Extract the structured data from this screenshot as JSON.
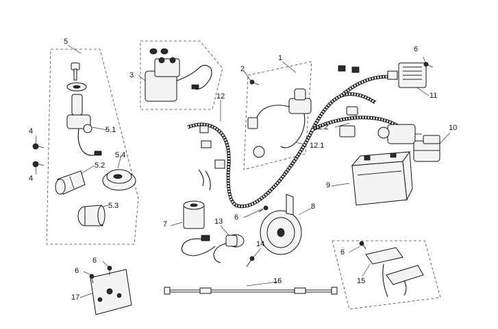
{
  "diagram": {
    "callouts": {
      "p1": "1",
      "p2": "2",
      "p3": "3",
      "p4a": "4",
      "p4b": "4",
      "p5": "5",
      "p5_1": "5.1",
      "p5_2": "5.2",
      "p5_3": "5.3",
      "p5_4": "5.4",
      "p6a": "6",
      "p6b": "6",
      "p6c": "6",
      "p6d": "6",
      "p6e": "6",
      "p7": "7",
      "p8": "8",
      "p9": "9",
      "p10": "10",
      "p11": "11",
      "p12": "12",
      "p12_1": "12.1",
      "p12_2": "12.2",
      "p13": "13",
      "p14": "14",
      "p15": "15",
      "p16": "16",
      "p17": "17"
    }
  }
}
